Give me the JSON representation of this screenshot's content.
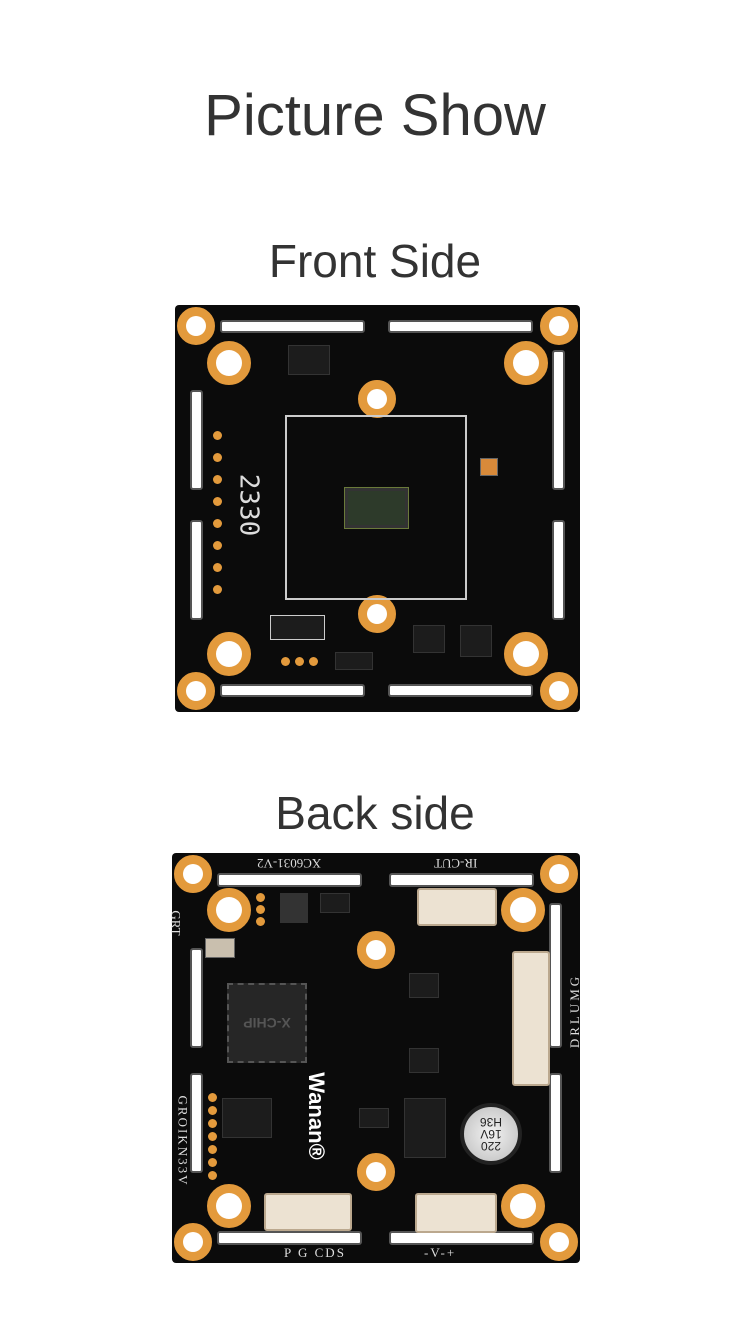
{
  "title": "Picture Show",
  "front": {
    "heading": "Front Side",
    "marking": "2330"
  },
  "back": {
    "heading": "Back side",
    "labels": {
      "top_left": "XC6031-V2",
      "top_right": "IR-CUT",
      "left_top": "GRT",
      "right": "DRLUMG",
      "left_bottom": "GROIKN33V",
      "bottom_left": "P G CDS",
      "bottom_right": "-V-+",
      "brand": "Wanan®",
      "chip": "X-CHIP",
      "cap_line1": "220",
      "cap_line2": "16V",
      "cap_line3": "H36"
    }
  }
}
